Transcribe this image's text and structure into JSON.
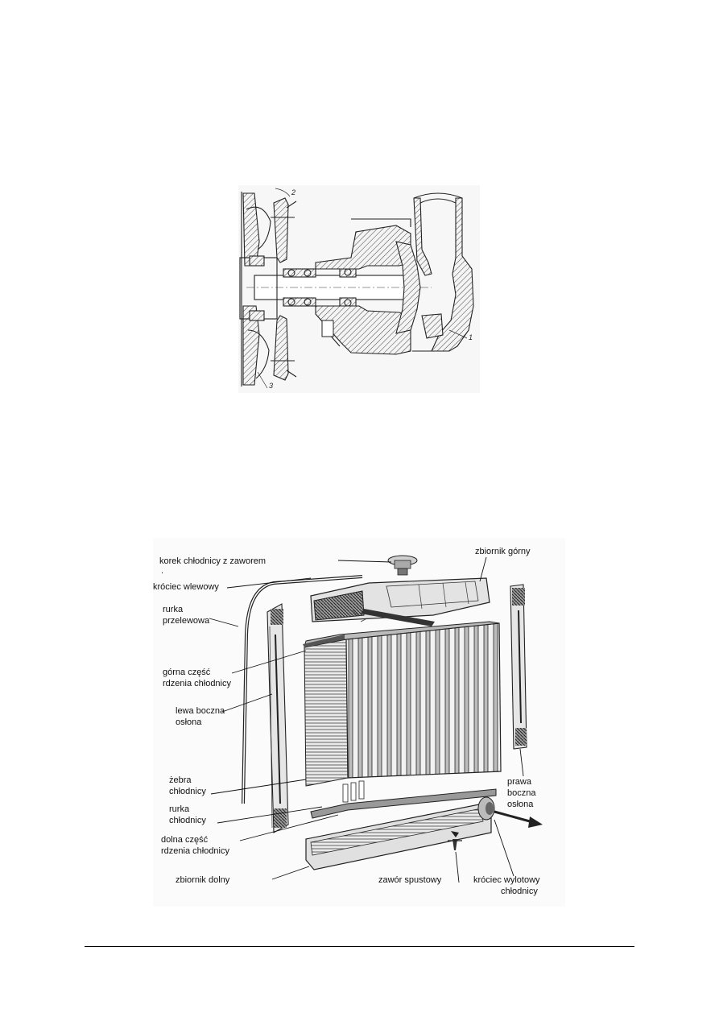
{
  "figure1": {
    "callouts": {
      "c1": "1",
      "c2": "2",
      "c3": "3"
    }
  },
  "figure2": {
    "labels": {
      "cap": "korek chłodnicy z zaworem",
      "cap_dot": ".",
      "upper_tank": "zbiornik górny",
      "filler_neck": "króciec wlewowy",
      "overflow_1": "rurka",
      "overflow_2": "przelewowa",
      "upper_core_1": "górna część",
      "upper_core_2": "rdzenia chłodnicy",
      "left_cover_1": "lewa boczna",
      "left_cover_2": "osłona",
      "fins_1": "żebra",
      "fins_2": "chłodnicy",
      "tube_1": "rurka",
      "tube_2": "chłodnicy",
      "right_cover_1": "prawa",
      "right_cover_2": "boczna",
      "right_cover_3": "osłona",
      "lower_core_1": "dolna część",
      "lower_core_2": "rdzenia chłodnicy",
      "lower_tank": "zbiornik dolny",
      "drain_valve": "zawór spustowy",
      "outlet_1": "króciec wylotowy",
      "outlet_2": "chłodnicy"
    }
  }
}
